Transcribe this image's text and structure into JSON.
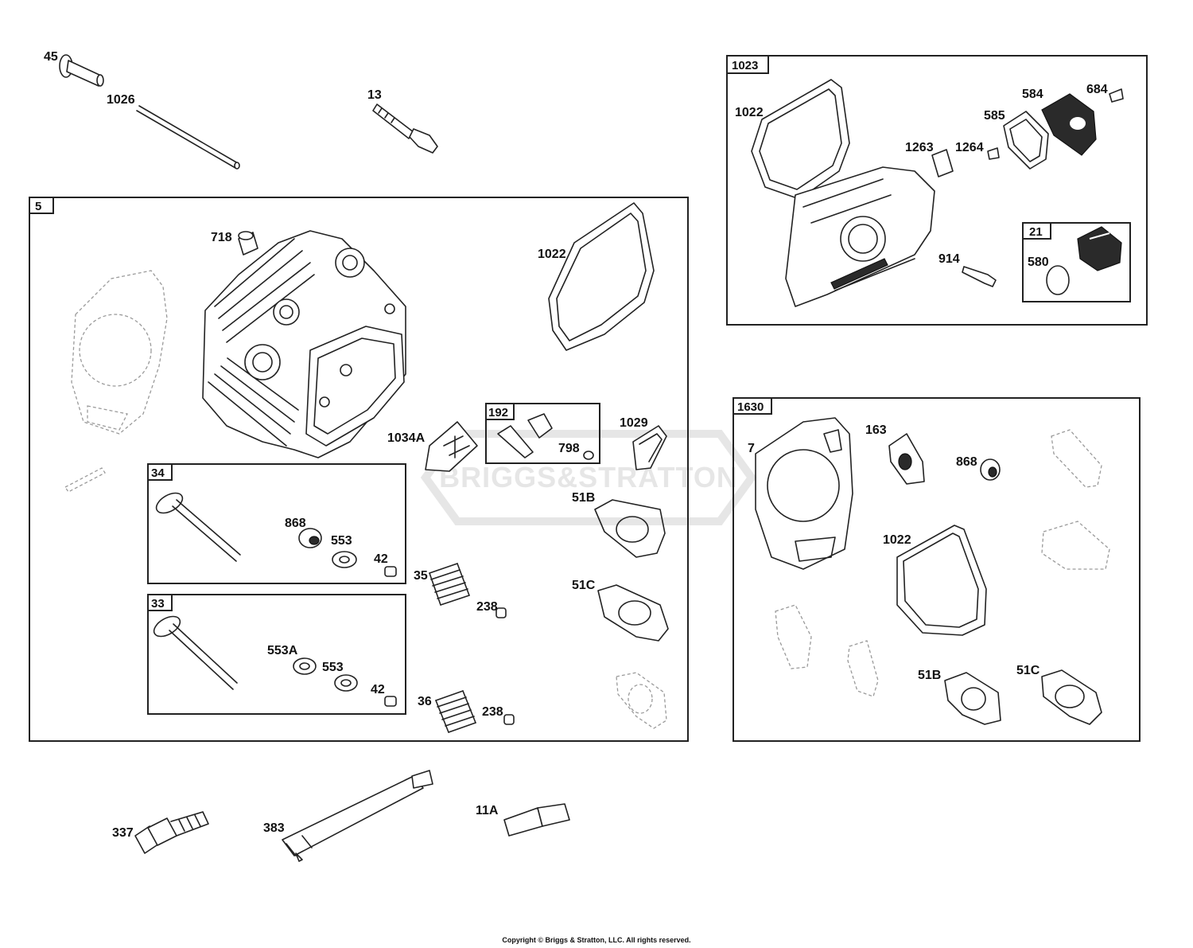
{
  "watermark": "BRIGGS&STRATTON",
  "copyright": "Copyright © Briggs & Stratton, LLC. All rights reserved.",
  "boxes": {
    "b5": "5",
    "b34": "34",
    "b33": "33",
    "b192": "192",
    "b1023": "1023",
    "b21": "21",
    "b1630": "1630"
  },
  "labels": {
    "l45": "45",
    "l1026": "1026",
    "l13": "13",
    "l718": "718",
    "l1022a": "1022",
    "l1034A": "1034A",
    "l798": "798",
    "l1029": "1029",
    "l51Ba": "51B",
    "l51Ca": "51C",
    "l868a": "868",
    "l553a": "553",
    "l42a": "42",
    "l35": "35",
    "l238a": "238",
    "l553A": "553A",
    "l553b": "553",
    "l42b": "42",
    "l36": "36",
    "l238b": "238",
    "l1022b": "1022",
    "l1263": "1263",
    "l1264": "1264",
    "l585": "585",
    "l584": "584",
    "l684": "684",
    "l914": "914",
    "l580": "580",
    "l7": "7",
    "l163": "163",
    "l868b": "868",
    "l1022c": "1022",
    "l51Bb": "51B",
    "l51Cb": "51C",
    "l337": "337",
    "l383": "383",
    "l11A": "11A"
  }
}
